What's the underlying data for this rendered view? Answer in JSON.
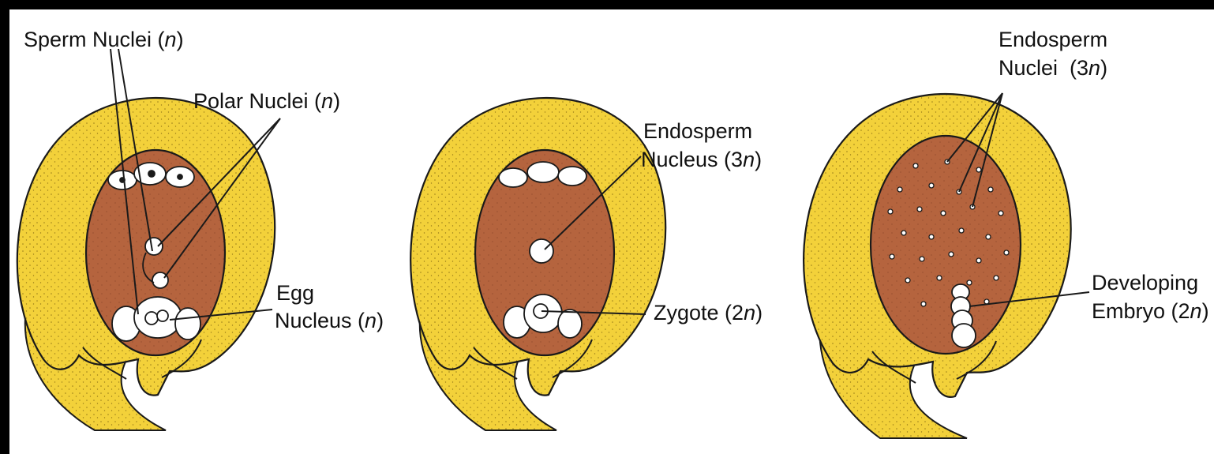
{
  "panels": [
    {
      "id": "before-fertilization",
      "labels": {
        "sperm_nuclei": {
          "text": "Sperm Nuclei (",
          "italic": "n",
          "close": ")"
        },
        "polar_nuclei": {
          "text": "Polar Nuclei (",
          "italic": "n",
          "close": ")"
        },
        "egg_nucleus_line1": "Egg",
        "egg_nucleus_line2": {
          "text": "Nucleus (",
          "italic": "n",
          "close": ")"
        }
      }
    },
    {
      "id": "after-fertilization",
      "labels": {
        "endosperm_nucleus_line1": "Endosperm",
        "endosperm_nucleus_line2": {
          "text": "Nucleus (3",
          "italic": "n",
          "close": ")"
        },
        "zygote": {
          "text": "Zygote (2",
          "italic": "n",
          "close": ")"
        }
      }
    },
    {
      "id": "development",
      "labels": {
        "endosperm_nuclei_line1": "Endosperm",
        "endosperm_nuclei_line2": {
          "text": "Nuclei  (3",
          "italic": "n",
          "close": ")"
        },
        "developing_embryo_line1": "Developing",
        "developing_embryo_line2": {
          "text": "Embryo (2",
          "italic": "n",
          "close": ")"
        }
      }
    }
  ],
  "colors": {
    "ovule_yellow": "#f3d13a",
    "embryo_sac_brown": "#b5643e",
    "outline": "#1a1a1a",
    "background": "#ffffff"
  }
}
